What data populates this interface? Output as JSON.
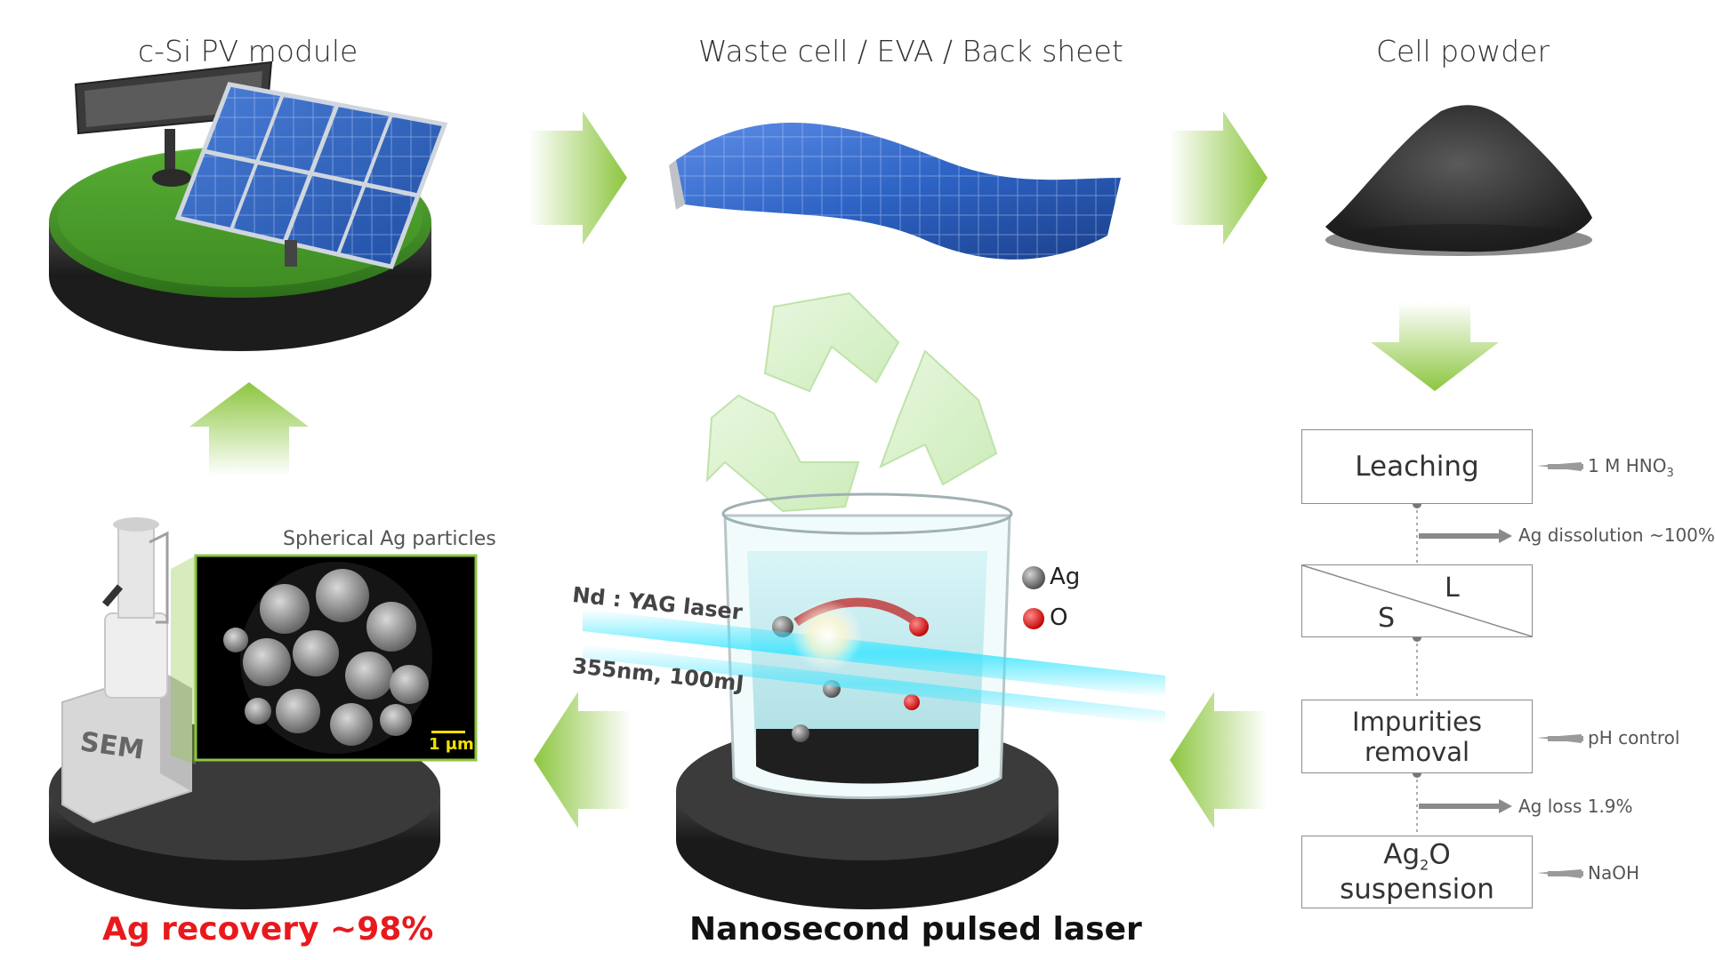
{
  "titles": {
    "module": "c-Si PV module",
    "waste": "Waste cell / EVA / Back sheet",
    "powder": "Cell powder"
  },
  "flow": {
    "leaching": {
      "label": "Leaching",
      "reagent": "1 M HNO",
      "reagent_sub": "3"
    },
    "dissolution": "Ag dissolution ~100%",
    "separation": {
      "solid": "S",
      "liquid": "L"
    },
    "impurities": {
      "label": "Impurities removal",
      "reagent": "pH control"
    },
    "loss": "Ag loss 1.9%",
    "suspension": {
      "label_pre": "Ag",
      "label_sub": "2",
      "label_post": "O suspension",
      "reagent": "NaOH"
    }
  },
  "laser": {
    "name": "Nd : YAG laser",
    "spec": "355nm, 100mJ",
    "caption": "Nanosecond pulsed laser"
  },
  "legend": {
    "ag": "Ag",
    "o": "O"
  },
  "sem": {
    "label": "SEM",
    "inset_title": "Spherical Ag particles",
    "scale": "1 μm"
  },
  "result": "Ag recovery ~98%",
  "colors": {
    "arrow_green": "#8cc63f",
    "red_text": "#e8191c",
    "panel_blue": "#2b5fb8",
    "laser_cyan": "#43e6ff",
    "grass": "#3f8f25",
    "ag_particle": "#7d7d7d",
    "o_atom": "#e01b1b"
  },
  "icons": [
    "recycle-icon",
    "beaker-icon",
    "solar-panel-icon",
    "powder-pile-icon",
    "sem-microscope-icon"
  ]
}
